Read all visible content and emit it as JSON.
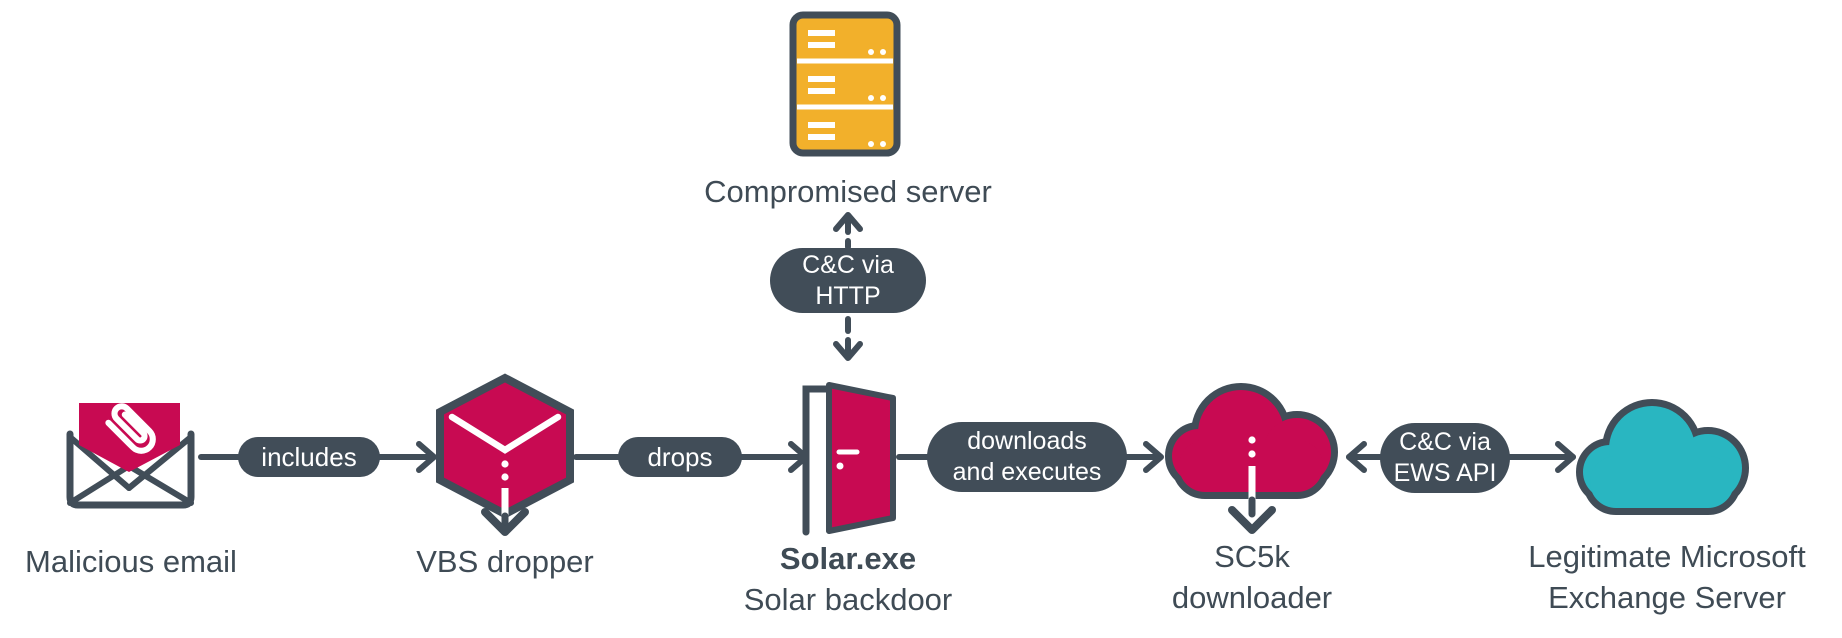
{
  "colors": {
    "slate": "#414d58",
    "crimson": "#c80a52",
    "amber": "#f2b02b",
    "teal": "#29b6c1",
    "label_text": "#3f4b55",
    "pill_text": "#ffffff",
    "background": "#ffffff"
  },
  "top_branch": {
    "server_label": "Compromised server",
    "channel_pill": {
      "line1": "C&C via",
      "line2": "HTTP"
    }
  },
  "main_flow": {
    "email": {
      "label": "Malicious email"
    },
    "includes_pill": {
      "label": "includes"
    },
    "vbs": {
      "label": "VBS dropper"
    },
    "drops_pill": {
      "label": "drops"
    },
    "solar": {
      "name": "Solar.exe",
      "subtitle": "Solar backdoor"
    },
    "downloads_pill": {
      "line1": "downloads",
      "line2": "and executes"
    },
    "sc5k": {
      "line1": "SC5k",
      "line2": "downloader"
    },
    "ews_pill": {
      "line1": "C&C via",
      "line2": "EWS API"
    },
    "exchange": {
      "line1": "Legitimate Microsoft",
      "line2": "Exchange Server"
    }
  }
}
